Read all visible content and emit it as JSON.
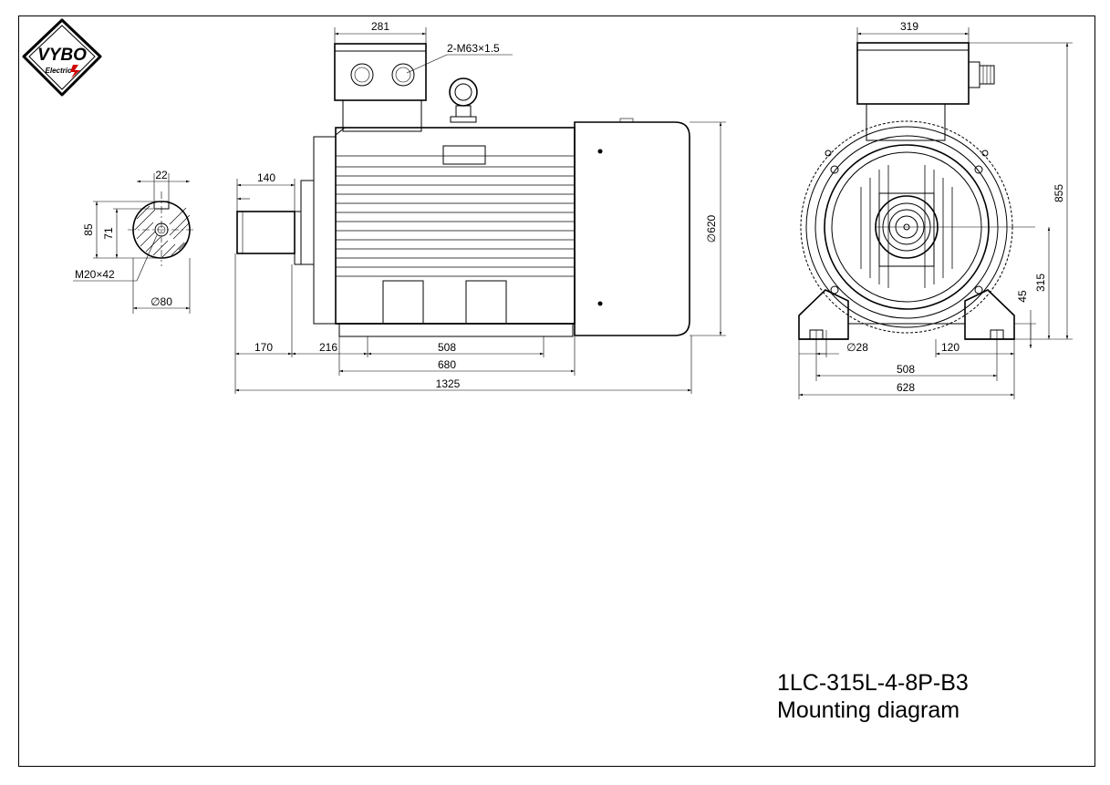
{
  "logo": {
    "brand": "VYBO",
    "sub": "Electric"
  },
  "title": {
    "model": "1LC-315L-4-8P-B3",
    "subtitle": "Mounting diagram"
  },
  "shaft_end": {
    "key_width": "22",
    "height_85": "85",
    "height_71": "71",
    "thread": "M20×42",
    "diameter": "∅80"
  },
  "side_view": {
    "terminal_box_width": "281",
    "cable_gland": "2-M63×1.5",
    "shaft_length": "140",
    "diameter": "∅620",
    "shaft_extension": "170",
    "front_to_foot": "216",
    "foot_holes": "508",
    "foot_length": "680",
    "overall_length": "1325"
  },
  "front_view": {
    "terminal_box_width": "319",
    "overall_height": "855",
    "shaft_height": "315",
    "foot_height": "45",
    "foot_hole_dia": "∅28",
    "foot_width": "120",
    "foot_holes": "508",
    "overall_width": "628"
  }
}
